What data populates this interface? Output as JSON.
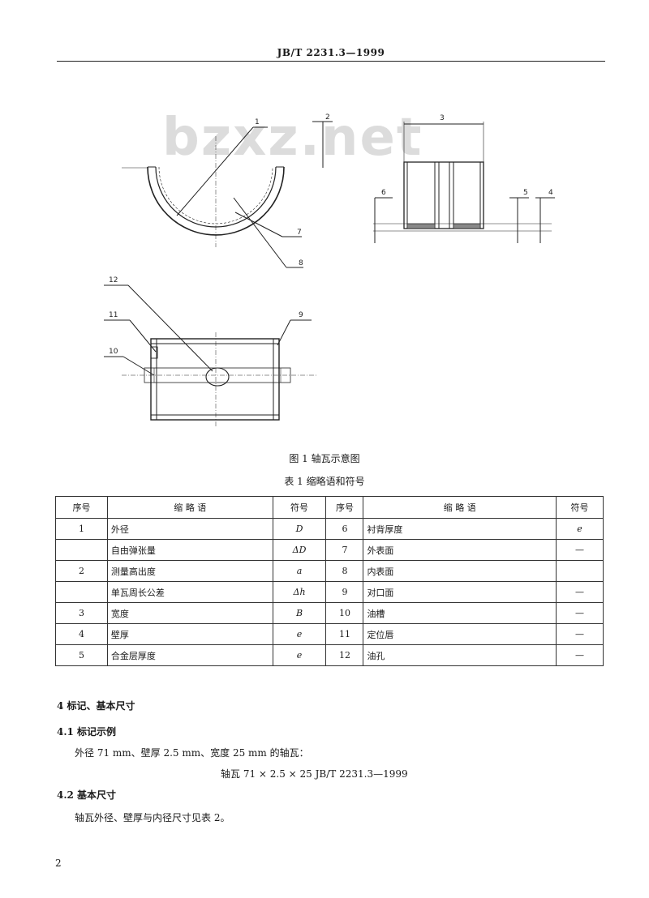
{
  "header": {
    "standard_no": "JB/T 2231.3—1999"
  },
  "watermark": "bzxz.net",
  "figure": {
    "caption": "图 1   轴瓦示意图",
    "callouts": [
      "1",
      "2",
      "3",
      "4",
      "5",
      "6",
      "7",
      "8",
      "9",
      "10",
      "11",
      "12"
    ]
  },
  "table": {
    "title": "表 1   缩略语和符号",
    "headers": [
      "序号",
      "缩 略 语",
      "符号",
      "序号",
      "缩 略 语",
      "符号"
    ],
    "rows": [
      {
        "no1": "1",
        "term1": "外径",
        "sym1": "D",
        "no2": "6",
        "term2": "衬背厚度",
        "sym2": "e"
      },
      {
        "no1": "",
        "term1": "自由弹张量",
        "sym1": "ΔD",
        "no2": "7",
        "term2": "外表面",
        "sym2": "—"
      },
      {
        "no1": "2",
        "term1": "测量高出度",
        "sym1": "a",
        "no2": "8",
        "term2": "内表面",
        "sym2": ""
      },
      {
        "no1": "",
        "term1": "单瓦周长公差",
        "sym1": "Δh",
        "no2": "9",
        "term2": "对口面",
        "sym2": "—"
      },
      {
        "no1": "3",
        "term1": "宽度",
        "sym1": "B",
        "no2": "10",
        "term2": "油槽",
        "sym2": "—"
      },
      {
        "no1": "4",
        "term1": "壁厚",
        "sym1": "e",
        "no2": "11",
        "term2": "定位唇",
        "sym2": "—"
      },
      {
        "no1": "5",
        "term1": "合金层厚度",
        "sym1": "e",
        "no2": "12",
        "term2": "油孔",
        "sym2": "—"
      }
    ]
  },
  "section4": {
    "heading": "4   标记、基本尺寸",
    "s41_heading": "4.1   标记示例",
    "s41_text": "外径 71 mm、壁厚 2.5 mm、宽度 25 mm 的轴瓦：",
    "s41_example": "轴瓦   71 × 2.5 × 25   JB/T 2231.3—1999",
    "s42_heading": "4.2   基本尺寸",
    "s42_text": "轴瓦外径、壁厚与内径尺寸见表 2。"
  },
  "page_number": "2"
}
